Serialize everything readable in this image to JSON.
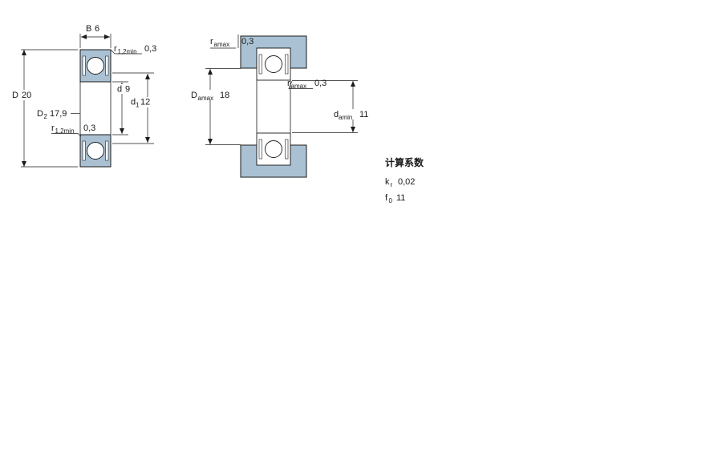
{
  "colors": {
    "section_fill": "#a9c1d3",
    "line": "#1a1a1a",
    "background": "#ffffff"
  },
  "left_view": {
    "width_dim": {
      "symbol": "B",
      "value": "6"
    },
    "outer_diameter_dim": {
      "symbol": "D",
      "value": "20"
    },
    "corner_radius_top": {
      "symbol": "r",
      "subscript": "1,2min",
      "value": "0,3"
    },
    "shoulder_diameter_D2": {
      "symbol": "D",
      "subscript": "2",
      "value": "17,9"
    },
    "corner_radius_bottom": {
      "symbol": "r",
      "subscript": "1,2min",
      "value": "0,3"
    },
    "bore_diameter_dim": {
      "symbol": "d",
      "value": "9"
    },
    "shoulder_diameter_d1": {
      "symbol": "d",
      "subscript": "1",
      "value": "12"
    }
  },
  "right_view": {
    "fillet_radius_top": {
      "symbol": "r",
      "subscript": "amax",
      "value": "0,3"
    },
    "housing_abutment_dim": {
      "symbol": "D",
      "subscript": "amax",
      "value": "18"
    },
    "fillet_radius_mid": {
      "symbol": "r",
      "subscript": "amax",
      "value": "0,3"
    },
    "shaft_abutment_dim": {
      "symbol": "d",
      "subscript": "amin",
      "value": "11"
    }
  },
  "calculation_factors": {
    "heading": "计算系数",
    "kr": {
      "symbol": "k",
      "subscript": "r",
      "value": "0,02"
    },
    "f0": {
      "symbol": "f",
      "subscript": "0",
      "value": "11"
    }
  }
}
